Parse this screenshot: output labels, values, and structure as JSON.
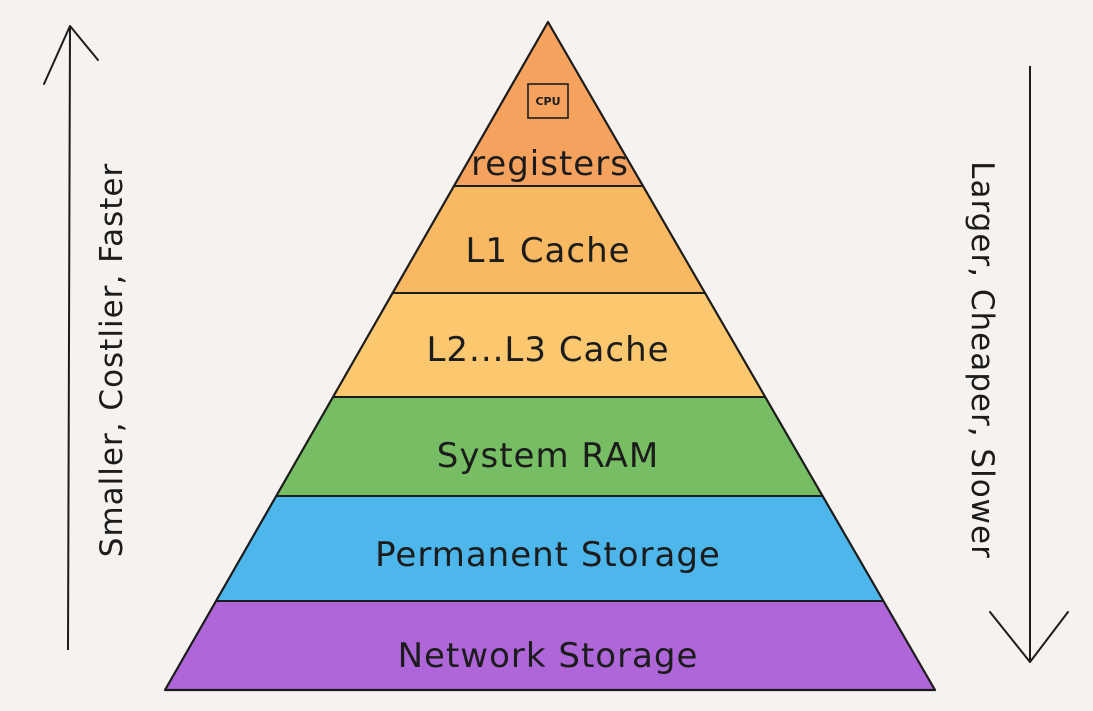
{
  "levels": [
    {
      "label": "registers",
      "color": "#f5a25f"
    },
    {
      "label": "L1 Cache",
      "color": "#f8b962"
    },
    {
      "label": "L2...L3 Cache",
      "color": "#fbc870"
    },
    {
      "label": "System RAM",
      "color": "#76bd63"
    },
    {
      "label": "Permanent Storage",
      "color": "#4db6ea"
    },
    {
      "label": "Network Storage",
      "color": "#ae66d9"
    }
  ],
  "cpu_label": "CPU",
  "left_arrow": {
    "label": "Smaller, Costlier, Faster",
    "direction": "up"
  },
  "right_arrow": {
    "label": "Larger, Cheaper, Slower",
    "direction": "down"
  }
}
